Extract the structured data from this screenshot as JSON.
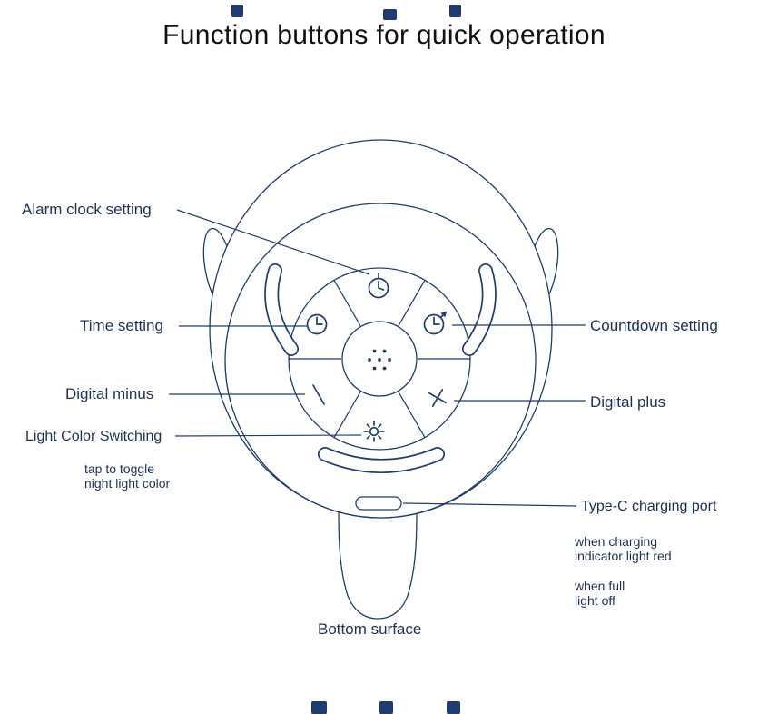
{
  "title": "Function buttons for quick operation",
  "colors": {
    "line": "#1e3c6e",
    "text": "#1d3156",
    "title": "#0f0f14",
    "background": "#ffffff"
  },
  "labels": {
    "alarm": "Alarm clock setting",
    "time": "Time setting",
    "countdown": "Countdown setting",
    "minus": "Digital minus",
    "plus": "Digital plus",
    "light": "Light Color Switching",
    "light_note_line1": "tap to toggle",
    "light_note_line2": "night light color",
    "typec": "Type-C charging port",
    "typec_note_charging_line1": "when charging",
    "typec_note_charging_line2": "indicator light red",
    "typec_note_full_line1": "when full",
    "typec_note_full_line2": "light off",
    "bottom_surface": "Bottom surface"
  },
  "icons": {
    "alarm": "alarm-clock-icon",
    "time": "clock-icon",
    "countdown": "countdown-timer-icon",
    "minus": "minus-icon",
    "plus": "plus-icon",
    "light": "sun-icon",
    "speaker": "speaker-dots",
    "charging_port": "usb-c-port-icon"
  }
}
